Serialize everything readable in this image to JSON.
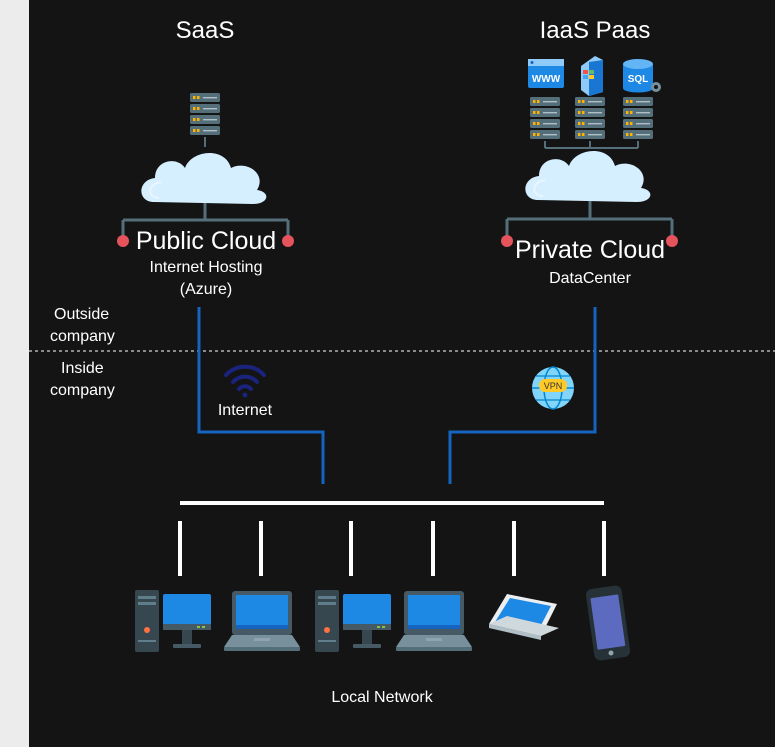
{
  "saas": {
    "title": "SaaS",
    "cloud_name": "Public Cloud",
    "subtitle_line1": "Internet Hosting",
    "subtitle_line2": "(Azure)"
  },
  "iaas": {
    "title": "IaaS Paas",
    "cloud_name": "Private Cloud",
    "subtitle": "DataCenter",
    "icons": [
      {
        "name": "www-icon",
        "text": "WWW"
      },
      {
        "name": "windows-server-icon",
        "text": ""
      },
      {
        "name": "sql-database-icon",
        "text": "SQL"
      }
    ]
  },
  "boundary": {
    "outside_line1": "Outside",
    "outside_line2": "company",
    "inside_line1": "Inside",
    "inside_line2": "company"
  },
  "connections": {
    "internet_label": "Internet",
    "vpn_label": "VPN"
  },
  "local_network": {
    "label": "Local Network",
    "devices": [
      "desktop-icon",
      "laptop-icon",
      "desktop-icon",
      "laptop-icon",
      "laptop-white-icon",
      "smartphone-icon"
    ]
  },
  "colors": {
    "background": "#141414",
    "link": "#1565c0",
    "cloud": "#d6efff",
    "endpoint": "#e5535d",
    "server": "#546e7a"
  }
}
